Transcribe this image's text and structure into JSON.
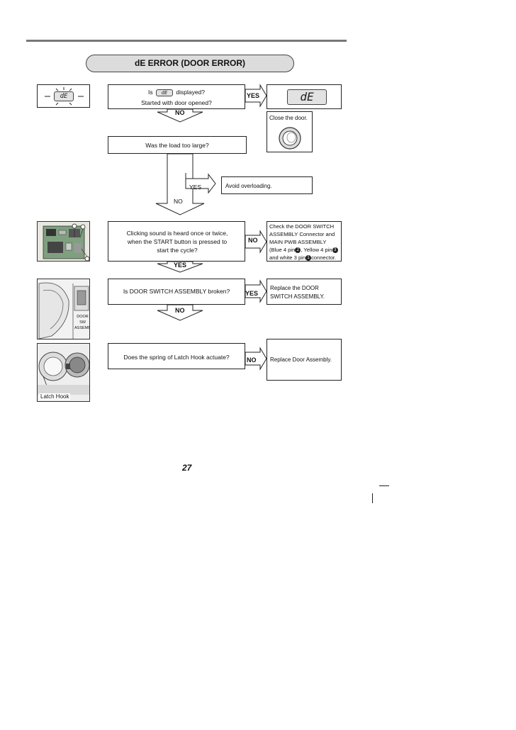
{
  "title": "dE ERROR (DOOR ERROR)",
  "page_number": "27",
  "display_code": "dE",
  "steps": {
    "q1": {
      "is": "Is",
      "displayed": "displayed?",
      "line2": "Started with door opened?"
    },
    "q2": {
      "text": "Was the load too large?"
    },
    "q3": {
      "text": "Clicking sound is heard once or twice, when the START button is pressed to start the cycle?"
    },
    "q4": {
      "text": "Is DOOR SWITCH ASSEMBLY broken?"
    },
    "q5": {
      "text": "Does the spring of Latch Hook actuate?"
    }
  },
  "actions": {
    "close_door": "Close the door.",
    "avoid": "Avoid overloading.",
    "check_l1": "Check the DOOR SWITCH",
    "check_l2": "ASSEMBLY Connector and",
    "check_l3": "MAIN PWB ASSEMBLY",
    "check_l4a": "(Blue 4 pin",
    "check_l4b": ", Yellow 4 pin",
    "check_l5a": "and white 3 pin",
    "check_l5b": "connector.",
    "circle_a": "1",
    "circle_b": "2",
    "circle_c": "3",
    "replace_switch": "Replace the DOOR SWITCH ASSEMBLY.",
    "replace_door": "Replace Door Assembly."
  },
  "labels": {
    "yes": "YES",
    "no": "NO"
  },
  "photo_labels": {
    "door_sw_l1": "DOOR SW",
    "door_sw_l2": "ASSEMBLY",
    "latch_hook": "Latch Hook"
  }
}
